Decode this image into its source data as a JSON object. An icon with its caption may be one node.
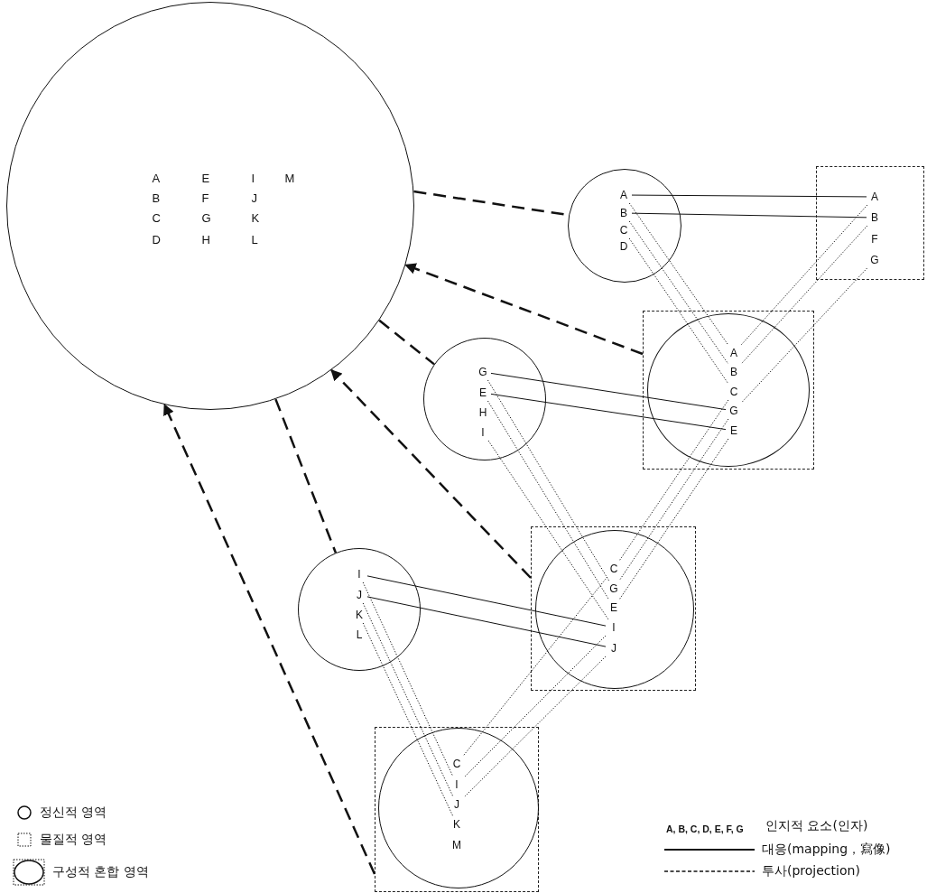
{
  "diagram": {
    "nodes": [
      {
        "text": [
          "A",
          "B",
          "C",
          "D",
          "E",
          "F",
          "G",
          "H",
          "I",
          "J",
          "K",
          "L",
          "M"
        ]
      },
      {
        "text": [],
        "shape": "circle"
      },
      {
        "text": [
          "A"
        ],
        "in": 1
      },
      {
        "text": [
          "B"
        ],
        "in": 1
      },
      {
        "text": [
          "C"
        ],
        "in": 1
      },
      {
        "text": [
          "D"
        ],
        "in": 1
      },
      {
        "text": [],
        "shape": "box"
      },
      {
        "text": [
          "A"
        ],
        "in": 6
      },
      {
        "text": [
          "B"
        ],
        "in": 6
      },
      {
        "text": [
          "F"
        ],
        "in": 6
      },
      {
        "text": [
          "G"
        ],
        "in": 6
      },
      {
        "text": [],
        "shape": "box"
      },
      {
        "text": [],
        "shape": "circle",
        "in": 11
      },
      {
        "text": [
          "A"
        ],
        "in": 12
      },
      {
        "text": [
          "B"
        ],
        "in": 12
      },
      {
        "text": [
          "C"
        ],
        "in": 12
      },
      {
        "text": [
          "G"
        ],
        "in": 12
      },
      {
        "text": [
          "E"
        ],
        "in": 12
      },
      {
        "text": [],
        "shape": "circle"
      },
      {
        "text": [
          "G"
        ],
        "in": 18
      },
      {
        "text": [
          "E"
        ],
        "in": 18
      },
      {
        "text": [
          "H"
        ],
        "in": 18
      },
      {
        "text": [
          "I"
        ],
        "in": 18
      },
      {
        "text": [],
        "shape": "box"
      },
      {
        "text": [],
        "shape": "circle",
        "in": 23
      },
      {
        "text": [
          "C"
        ],
        "in": 24
      },
      {
        "text": [
          "G"
        ],
        "in": 24
      },
      {
        "text": [
          "E"
        ],
        "in": 24
      },
      {
        "text": [
          "I"
        ],
        "in": 24
      },
      {
        "text": [
          "J"
        ],
        "in": 24
      },
      {
        "text": [],
        "shape": "circle"
      },
      {
        "text": [
          "I"
        ],
        "in": 30
      },
      {
        "text": [
          "J"
        ],
        "in": 30
      },
      {
        "text": [
          "K"
        ],
        "in": 30
      },
      {
        "text": [
          "L"
        ],
        "in": 30
      },
      {
        "text": [],
        "shape": "box"
      },
      {
        "text": [],
        "shape": "circle",
        "in": 35
      },
      {
        "text": [
          "C"
        ],
        "in": 36
      },
      {
        "text": [
          "I"
        ],
        "in": 36
      },
      {
        "text": [
          "J"
        ],
        "in": 36
      },
      {
        "text": [
          "K"
        ],
        "in": 36
      },
      {
        "text": [
          "M"
        ],
        "in": 36
      }
    ],
    "edges": [
      {
        "from": 0,
        "to": 1,
        "arrow": "none",
        "style": "dashed"
      },
      {
        "from": 11,
        "to": 0,
        "arrow": "to",
        "style": "dashed"
      },
      {
        "from": 0,
        "to": 18,
        "arrow": "none",
        "style": "dashed"
      },
      {
        "from": 23,
        "to": 0,
        "arrow": "to",
        "style": "dashed"
      },
      {
        "from": 0,
        "to": 30,
        "arrow": "none",
        "style": "dashed"
      },
      {
        "from": 35,
        "to": 0,
        "arrow": "to",
        "style": "dashed"
      },
      {
        "from": 2,
        "to": 7,
        "arrow": "none"
      },
      {
        "from": 3,
        "to": 8,
        "arrow": "none"
      },
      {
        "from": 2,
        "to": 13,
        "arrow": "none",
        "style": "dashed"
      },
      {
        "from": 3,
        "to": 14,
        "arrow": "none",
        "style": "dashed"
      },
      {
        "from": 4,
        "to": 15,
        "arrow": "none",
        "style": "dashed"
      },
      {
        "from": 7,
        "to": 13,
        "arrow": "none",
        "style": "dashed"
      },
      {
        "from": 8,
        "to": 14,
        "arrow": "none",
        "style": "dashed"
      },
      {
        "from": 10,
        "to": 16,
        "arrow": "none",
        "style": "dashed"
      },
      {
        "from": 19,
        "to": 16,
        "arrow": "none"
      },
      {
        "from": 20,
        "to": 17,
        "arrow": "none"
      },
      {
        "from": 15,
        "to": 25,
        "arrow": "none",
        "style": "dashed"
      },
      {
        "from": 16,
        "to": 26,
        "arrow": "none",
        "style": "dashed"
      },
      {
        "from": 17,
        "to": 27,
        "arrow": "none",
        "style": "dashed"
      },
      {
        "from": 19,
        "to": 26,
        "arrow": "none",
        "style": "dashed"
      },
      {
        "from": 20,
        "to": 27,
        "arrow": "none",
        "style": "dashed"
      },
      {
        "from": 22,
        "to": 28,
        "arrow": "none",
        "style": "dashed"
      },
      {
        "from": 31,
        "to": 28,
        "arrow": "none"
      },
      {
        "from": 32,
        "to": 29,
        "arrow": "none"
      },
      {
        "from": 25,
        "to": 37,
        "arrow": "none",
        "style": "dashed"
      },
      {
        "from": 28,
        "to": 38,
        "arrow": "none",
        "style": "dashed"
      },
      {
        "from": 29,
        "to": 39,
        "arrow": "none",
        "style": "dashed"
      },
      {
        "from": 31,
        "to": 38,
        "arrow": "none",
        "style": "dashed"
      },
      {
        "from": 32,
        "to": 39,
        "arrow": "none",
        "style": "dashed"
      },
      {
        "from": 33,
        "to": 40,
        "arrow": "none",
        "style": "dashed"
      }
    ],
    "labels": [
      "A, B, C, D, E, F, G"
    ],
    "legend": [
      {
        "text": "정신적 영역"
      },
      {
        "text": "물질적 영역"
      },
      {
        "text": "구성적 혼합 영역"
      },
      {
        "text": "인지적 요소(인자)"
      },
      {
        "text": "대응(mapping，寫像)"
      },
      {
        "text": "투사(projection)"
      }
    ]
  }
}
